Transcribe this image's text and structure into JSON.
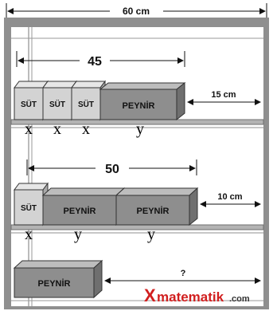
{
  "total_width": "60 cm",
  "shelf1": {
    "width_label": "45",
    "gap_label": "15 cm",
    "boxes": [
      "SÜT",
      "SÜT",
      "SÜT",
      "PEYNİR"
    ],
    "vars": [
      "x",
      "x",
      "x",
      "y"
    ]
  },
  "shelf2": {
    "width_label": "50",
    "gap_label": "10 cm",
    "boxes": [
      "SÜT",
      "PEYNİR",
      "PEYNİR"
    ],
    "vars": [
      "x",
      "y",
      "y"
    ]
  },
  "shelf3": {
    "gap_label": "?",
    "boxes": [
      "PEYNİR"
    ]
  },
  "watermark": {
    "x_letter": "X",
    "text": "matematik",
    "suffix": ".com",
    "brand_color": "#d11f1f"
  },
  "colors": {
    "frame": "#8f8f8f",
    "shelf": "#b3b3b3",
    "box_front": "#8e8e8e",
    "box_top": "#bdbdbd",
    "box_side": "#6f6f6f",
    "milk_front": "#d3d3d3",
    "milk_top": "#e7e7e7",
    "milk_side": "#a9a9a9"
  }
}
